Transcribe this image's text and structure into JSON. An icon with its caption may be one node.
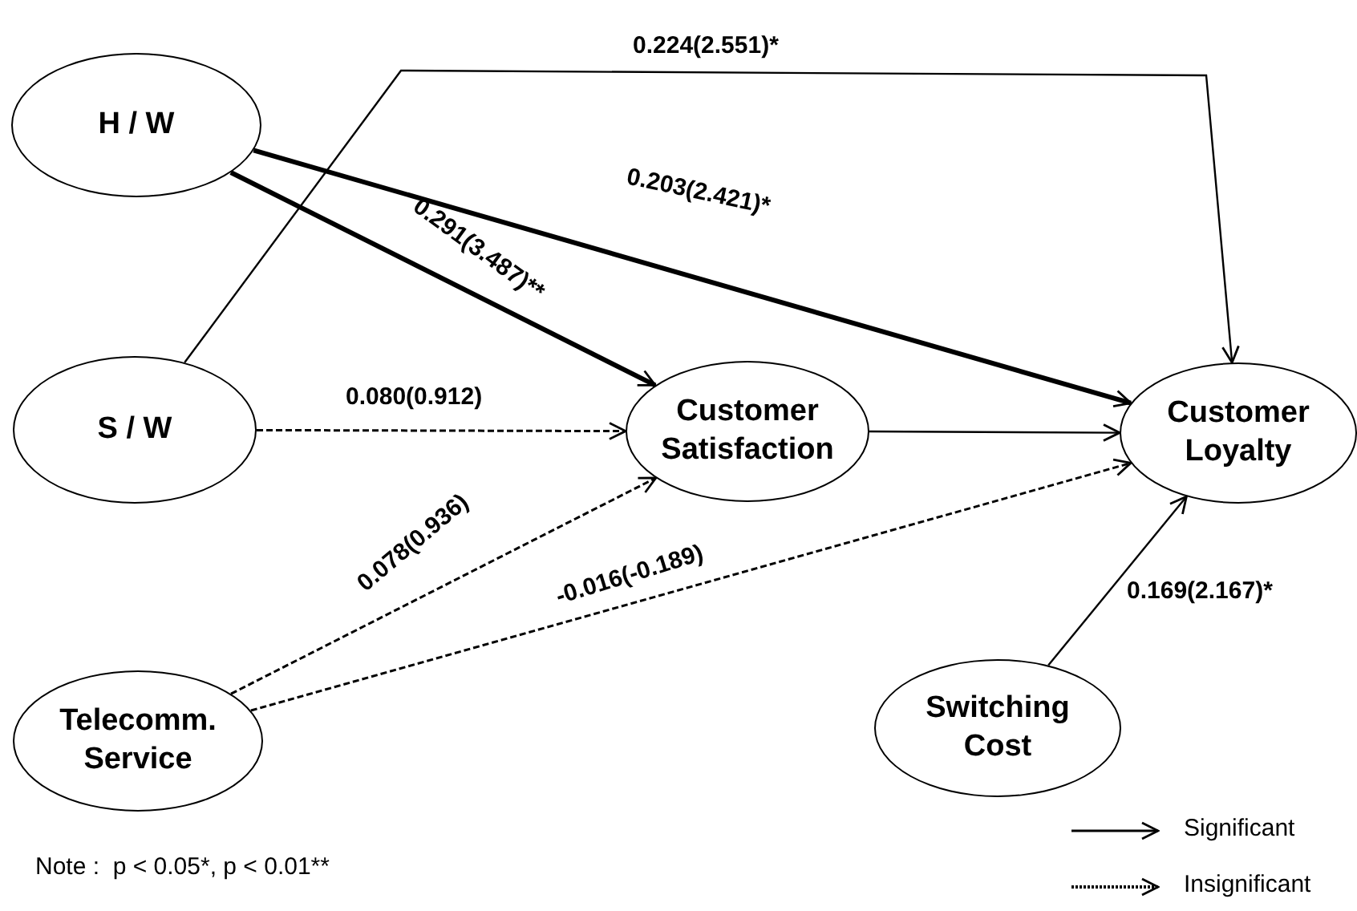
{
  "diagram": {
    "nodes": [
      {
        "text": [
          "H / W"
        ]
      },
      {
        "text": [
          "S / W"
        ]
      },
      {
        "text": [
          "Telecomm. Service"
        ]
      },
      {
        "text": [
          "Customer Satisfaction"
        ]
      },
      {
        "text": [
          "Customer Loyalty"
        ]
      },
      {
        "text": [
          "Switching Cost"
        ]
      }
    ],
    "edges": [
      {
        "from": 0,
        "to": 3,
        "arrow": "to",
        "label": "0.291(3.487)**",
        "style": "thick"
      },
      {
        "from": 0,
        "to": 4,
        "arrow": "to",
        "label": "0.203(2.421)*",
        "style": "thick"
      },
      {
        "from": 1,
        "to": 4,
        "arrow": "to",
        "label": "0.224(2.551)*"
      },
      {
        "from": 1,
        "to": 3,
        "arrow": "to",
        "label": "0.080(0.912)",
        "style": "dashed"
      },
      {
        "from": 2,
        "to": 3,
        "arrow": "to",
        "label": "0.078(0.936)",
        "style": "dashed"
      },
      {
        "from": 2,
        "to": 4,
        "arrow": "to",
        "label": "-0.016(-0.189)",
        "style": "dashed"
      },
      {
        "from": 3,
        "to": 4,
        "arrow": "to"
      },
      {
        "from": 5,
        "to": 4,
        "arrow": "to",
        "label": "0.169(2.167)*"
      }
    ],
    "labels": [
      "Note :  p < 0.05*, p < 0.01**"
    ],
    "legend": [
      {
        "text": "Significant"
      },
      {
        "text": "Insignificant"
      }
    ]
  }
}
